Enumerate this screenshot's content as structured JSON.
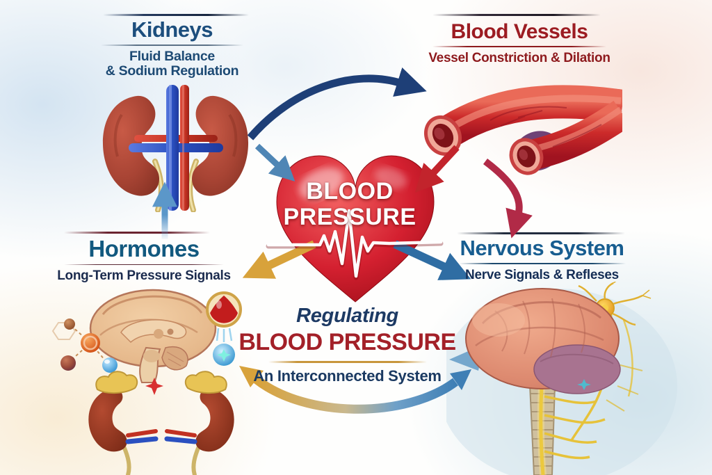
{
  "sections": {
    "kidneys": {
      "title": "Kidneys",
      "subtitle_line1": "Fluid Balance",
      "subtitle_line2": "& Sodium Regulation",
      "title_color": "#1c4e7d"
    },
    "blood_vessels": {
      "title": "Blood Vessels",
      "subtitle": "Vessel Constriction & Dilation",
      "title_color": "#9c1c22"
    },
    "hormones": {
      "title": "Hormones",
      "subtitle": "Long-Term Pressure Signals",
      "title_color": "#12597f"
    },
    "nervous_system": {
      "title": "Nervous System",
      "subtitle": "Nerve Signals & Refleses",
      "title_color": "#175d90"
    }
  },
  "heart": {
    "line1": "BLOOD",
    "line2": "PRESSURE",
    "fill_color": "#c41925",
    "text_color": "#ffffff"
  },
  "caption": {
    "line1": "Regulating",
    "line2": "BLOOD PRESSURE",
    "line3": "An Interconnected System",
    "rule_color": "#c8963c"
  },
  "arrows": {
    "kidneys_to_vessels_color": "#1e3f77",
    "kidneys_to_heart_color": "#4f86b5",
    "vessels_to_heart_color": "#c2242c",
    "vessels_to_nervous_color": "#b12a47",
    "heart_to_hormones_color": "#d8a23b",
    "heart_to_nervous_color": "#2f6da3",
    "hormones_to_kidneys_color": "#5b97c9",
    "nervous_to_hormones_gradient": "#d8a23b to #3f7fb5"
  }
}
